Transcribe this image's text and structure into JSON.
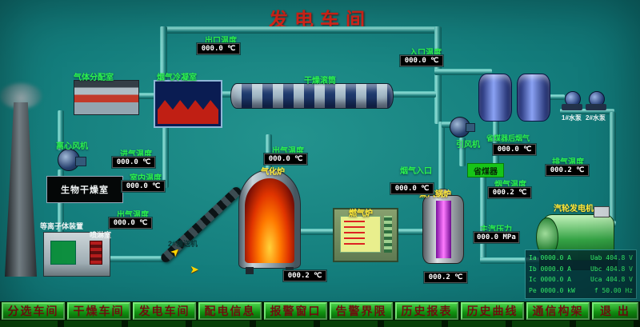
{
  "title": "发电车间",
  "colors": {
    "background": "#147e7d",
    "pipe": "#52bab2",
    "title_red": "#e0261a",
    "label_green": "#2cf24f",
    "label_yellow": "#ffe93a",
    "display_bg": "#000000",
    "display_text": "#ffffff",
    "menu_green": "#14a414",
    "menu_text": "#7c1111"
  },
  "icons": {
    "flow_arrow": "➤"
  },
  "labels": {
    "gas_dist_room": "气体分配室",
    "condenser": "烟气冷凝室",
    "outlet_temp": "出口温度",
    "dry_drum": "干燥滚筒",
    "inlet_temp": "入口温度",
    "centrifugal_fan": "离心风机",
    "intake_temp": "进气温度",
    "room_temp": "室内温度",
    "outgas_temp_left": "出气温度",
    "bio_dry_room": "生物干燥室",
    "plasma_device": "等离子体装置",
    "spray_room": "喷淋室",
    "conveyor": "2#输送机",
    "gasifier": "气化炉",
    "outgas_temp_center": "出气温度",
    "gas_furnace": "燃气炉",
    "steam_boiler": "蒸汽锅炉",
    "flue_inlet": "烟气入口",
    "economizer": "省煤器",
    "induced_fan": "引风机",
    "post_econ_flue": "省煤器后烟气",
    "exhaust_temp": "排气温度",
    "flue_temp": "烟气温度",
    "main_steam_pressure": "主汽压力",
    "turbine_gen": "汽轮发电机",
    "pump1": "1#水泵",
    "pump2": "2#水泵"
  },
  "displays": {
    "outlet": "000.0 ℃",
    "inlet": "000.0 ℃",
    "intake": "000.0 ℃",
    "room": "000.0 ℃",
    "outgas_left": "000.0 ℃",
    "outgas_center": "000.0 ℃",
    "flue_inlet": "000.0 ℃",
    "post_econ": "000.0 ℃",
    "flue_after": "000.2 ℃",
    "exhaust": "000.2 ℃",
    "main_pressure": "000.0 MPa",
    "furnace_bottom": "000.2 ℃",
    "boiler_bottom": "000.2 ℃"
  },
  "gen_table": {
    "rows": [
      [
        "Ia 0000.0 A",
        "Uab 404.8 V"
      ],
      [
        "Ib 0000.0 A",
        "Ubc 404.8 V"
      ],
      [
        "Ic 0000.0 A",
        "Uca 404.8 V"
      ],
      [
        "Pe 0000.0 kW",
        "f 50.00 Hz"
      ]
    ]
  },
  "menu": {
    "items": [
      "分选车间",
      "干燥车间",
      "发电车间",
      "配电信息",
      "报警窗口",
      "告警界限",
      "历史报表",
      "历史曲线",
      "通信构架",
      "退 出"
    ]
  }
}
